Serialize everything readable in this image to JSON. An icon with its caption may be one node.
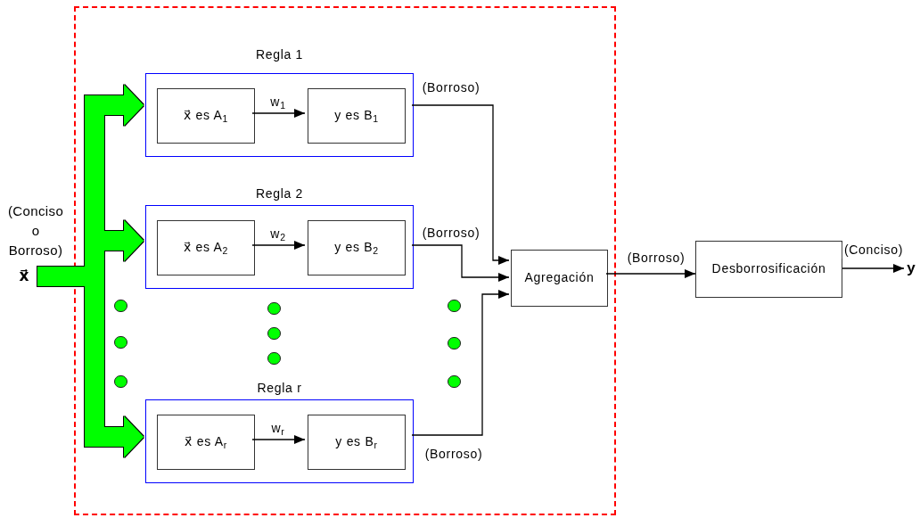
{
  "diagram": {
    "nodes": [
      {
        "text": [],
        "shape": "box"
      },
      {
        "text": [
          "Regla 1"
        ],
        "in": 0
      },
      {
        "text": [
          "x⃗ es A$_{1}$"
        ],
        "in": 1
      },
      {
        "text": [
          "y es B$_{1}$"
        ],
        "in": 1
      },
      {
        "text": [
          "Regla 2"
        ],
        "in": 0
      },
      {
        "text": [
          "x⃗ es A$_{2}$"
        ],
        "in": 4
      },
      {
        "text": [
          "y es B$_{2}$"
        ],
        "in": 4
      },
      {
        "text": [
          "Regla r"
        ],
        "in": 0
      },
      {
        "text": [
          "x⃗ es A$_{r}$"
        ],
        "in": 7
      },
      {
        "text": [
          "y es B$_{r}$"
        ],
        "in": 7
      },
      {
        "text": [
          "Agregación"
        ],
        "in": 0
      },
      {
        "text": [
          "Desborrosificación"
        ]
      },
      {
        "text": [
          "x⃗"
        ],
        "beside": [
          "(Conciso o Borroso)"
        ]
      },
      {
        "text": [
          "y"
        ]
      }
    ],
    "edges": [
      {
        "from": 2,
        "to": 3,
        "arrow": "to",
        "label": "w$_{1}$"
      },
      {
        "from": 5,
        "to": 6,
        "arrow": "to",
        "label": "w$_{2}$"
      },
      {
        "from": 8,
        "to": 9,
        "arrow": "to",
        "label": "w$_{r}$"
      },
      {
        "from": 1,
        "to": 10,
        "arrow": "to",
        "label": "(Borroso)"
      },
      {
        "from": 4,
        "to": 10,
        "arrow": "to",
        "label": "(Borroso)"
      },
      {
        "from": 7,
        "to": 10,
        "arrow": "to",
        "label": "(Borroso)"
      },
      {
        "from": 10,
        "to": 11,
        "arrow": "to",
        "label": "(Borroso)"
      },
      {
        "from": 11,
        "to": 13,
        "arrow": "to",
        "label": "(Conciso)"
      },
      {
        "from": 12,
        "to": 1,
        "arrow": "to",
        "style": "thick",
        "color": "#00ff00"
      },
      {
        "from": 12,
        "to": 4,
        "arrow": "to",
        "style": "thick",
        "color": "#00ff00"
      },
      {
        "from": 12,
        "to": 7,
        "arrow": "to",
        "style": "thick",
        "color": "#00ff00"
      }
    ]
  }
}
